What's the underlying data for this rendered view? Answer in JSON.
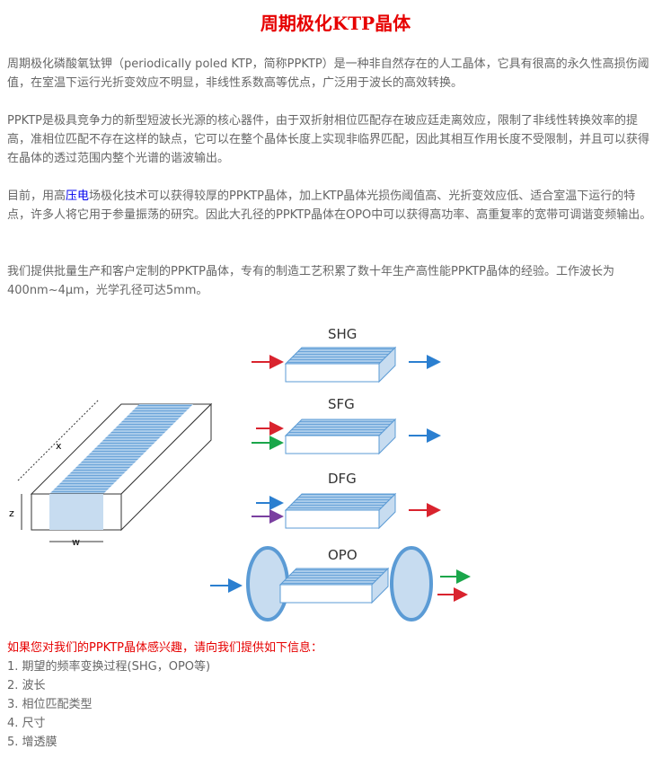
{
  "title": "周期极化KTP晶体",
  "paragraphs": {
    "p1": "周期极化磷酸氧钛钾（periodically poled KTP，简称PPKTP）是一种非自然存在的人工晶体，它具有很高的永久性高损伤阈值，在室温下运行光折变效应不明显，非线性系数高等优点，广泛用于波长的高效转换。",
    "p2": "PPKTP是极具竞争力的新型短波长光源的核心器件，由于双折射相位匹配存在玻应廷走离效应，限制了非线性转换效率的提高，准相位匹配不存在这样的缺点，它可以在整个晶体长度上实现非临界匹配，因此其相互作用长度不受限制，并且可以获得在晶体的透过范围内整个光谱的谐波输出。",
    "p3_before": "目前，用高",
    "p3_link": "压电",
    "p3_after": "场极化技术可以获得较厚的PPKTP晶体，加上KTP晶体光损伤阈值高、光折变效应低、适合室温下运行的特点，许多人将它用于参量振荡的研究。因此大孔径的PPKTP晶体在OPO中可以获得高功率、高重复率的宽带可调谐变频输出。",
    "p4": "我们提供批量生产和客户定制的PPKTP晶体，专有的制造工艺积累了数十年生产高性能PPKTP晶体的经验。工作波长为400nm~4μm，光学孔径可达5mm。"
  },
  "figure": {
    "labels": {
      "x": "x",
      "z": "z",
      "w": "w",
      "shg": "SHG",
      "sfg": "SFG",
      "dfg": "DFG",
      "opo": "OPO"
    }
  },
  "info": {
    "lead": "如果您对我们的PPKTP晶体感兴趣，请向我们提供如下信息：",
    "items": [
      "1. 期望的频率变换过程(SHG，OPO等)",
      "2. 波长",
      "3. 相位匹配类型",
      "4. 尺寸",
      "5. 增透膜"
    ]
  },
  "colors": {
    "title": "#e60000",
    "link": "#0000ee",
    "text": "#666666",
    "crystal": "#5b9bd5",
    "red": "#d9232e",
    "green": "#1aa64a",
    "blue": "#2b7fd0",
    "purple": "#7a3fa0"
  }
}
